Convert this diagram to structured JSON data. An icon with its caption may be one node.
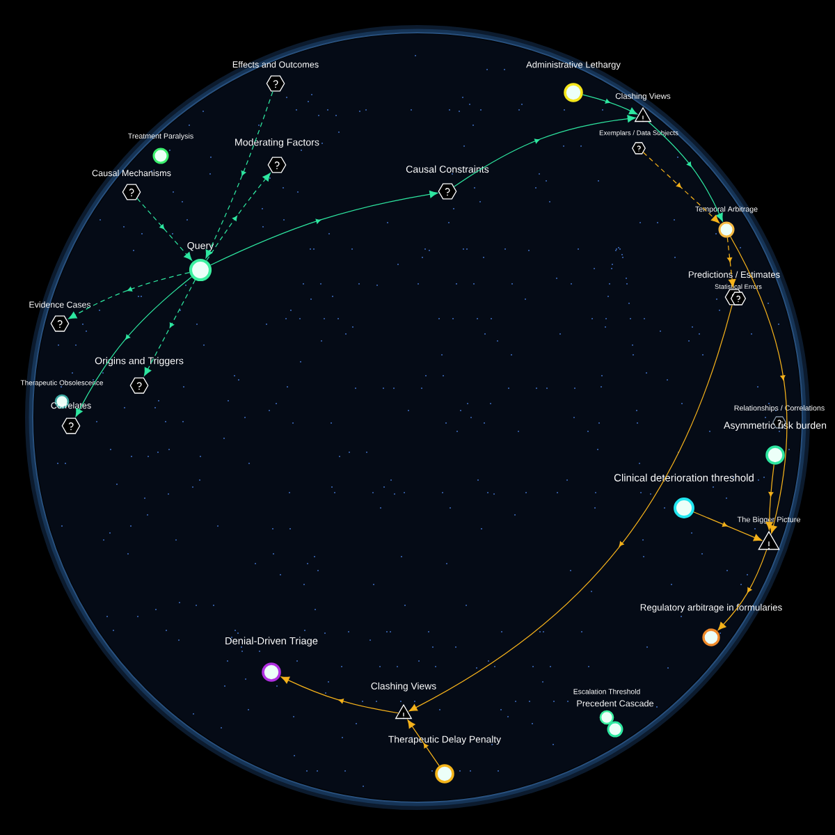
{
  "diagram": {
    "nodes": [
      {
        "text": [
          "Query"
        ]
      },
      {
        "text": [
          "Effects and Outcomes"
        ]
      },
      {
        "text": [
          "Treatment Paralysis"
        ]
      },
      {
        "text": [
          "Causal Mechanisms"
        ]
      },
      {
        "text": [
          "Moderating Factors"
        ]
      },
      {
        "text": [
          "Causal Constraints"
        ]
      },
      {
        "text": [
          "Administrative Lethargy"
        ]
      },
      {
        "text": [
          "Clashing Views"
        ]
      },
      {
        "text": [
          "Exemplars / Data Subjects"
        ]
      },
      {
        "text": [
          "Temporal Arbitrage"
        ]
      },
      {
        "text": [
          "Predictions / Estimates"
        ]
      },
      {
        "text": [
          "Statistical Errors"
        ]
      },
      {
        "text": [
          "Evidence Cases"
        ]
      },
      {
        "text": [
          "Origins and Triggers"
        ]
      },
      {
        "text": [
          "Therapeutic Obsolescence"
        ]
      },
      {
        "text": [
          "Correlates"
        ]
      },
      {
        "text": [
          "Relationships / Correlations"
        ]
      },
      {
        "text": [
          "Asymmetric risk burden"
        ]
      },
      {
        "text": [
          "Clinical deterioration threshold"
        ]
      },
      {
        "text": [
          "The Bigger Picture"
        ]
      },
      {
        "text": [
          "Regulatory arbitrage in formularies"
        ]
      },
      {
        "text": [
          "Denial-Driven Triage"
        ]
      },
      {
        "text": [
          "Clashing Views"
        ]
      },
      {
        "text": [
          "Therapeutic Delay Penalty"
        ]
      },
      {
        "text": [
          "Escalation Threshold"
        ]
      },
      {
        "text": [
          "Precedent Cascade"
        ]
      }
    ],
    "edges": [
      {
        "from": 1,
        "to": 0,
        "arrow": "to",
        "style": "dashed"
      },
      {
        "from": 3,
        "to": 0,
        "arrow": "to",
        "style": "dashed"
      },
      {
        "from": 0,
        "to": 4,
        "arrow": "to",
        "style": "dashed"
      },
      {
        "from": 0,
        "to": 5,
        "arrow": "to"
      },
      {
        "from": 5,
        "to": 7,
        "arrow": "to"
      },
      {
        "from": 6,
        "to": 7,
        "arrow": "to"
      },
      {
        "from": 7,
        "to": 9,
        "arrow": "to"
      },
      {
        "from": 0,
        "to": 12,
        "arrow": "to",
        "style": "dashed"
      },
      {
        "from": 0,
        "to": 13,
        "arrow": "to",
        "style": "dashed"
      },
      {
        "from": 0,
        "to": 15,
        "arrow": "to"
      },
      {
        "from": 8,
        "to": 9,
        "arrow": "to",
        "style": "dashed",
        "color": "#f5b21b"
      },
      {
        "from": 9,
        "to": 10,
        "arrow": "to",
        "style": "dashed",
        "color": "#f5b21b"
      },
      {
        "from": 9,
        "to": 19,
        "arrow": "to",
        "color": "#f5b21b"
      },
      {
        "from": 10,
        "to": 22,
        "arrow": "to",
        "color": "#f5b21b"
      },
      {
        "from": 18,
        "to": 19,
        "arrow": "to",
        "color": "#f5b21b"
      },
      {
        "from": 17,
        "to": 19,
        "arrow": "to",
        "color": "#f5b21b"
      },
      {
        "from": 19,
        "to": 20,
        "arrow": "to",
        "color": "#f5b21b"
      },
      {
        "from": 22,
        "to": 21,
        "arrow": "to",
        "color": "#f5b21b"
      },
      {
        "from": 23,
        "to": 22,
        "arrow": "to",
        "color": "#f5b21b"
      }
    ]
  }
}
